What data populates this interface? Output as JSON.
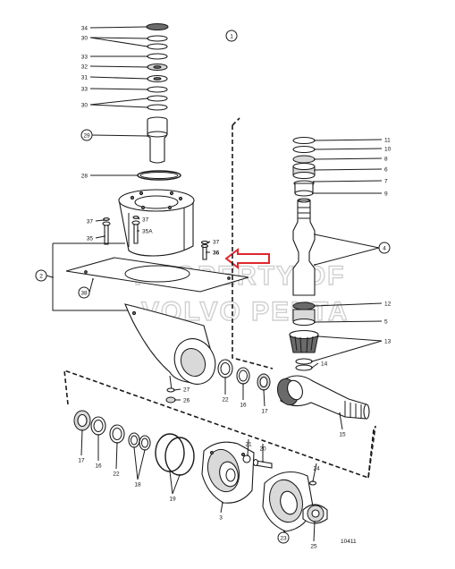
{
  "diagram": {
    "figure_no": "1",
    "drawing_no": "10411",
    "watermark": [
      "PROPERTY OF",
      "VOLVO PENTA"
    ],
    "highlight_color": "#e0262b",
    "highlighted_part": "36",
    "labels": [
      {
        "id": "34",
        "circled": false
      },
      {
        "id": "30",
        "circled": false
      },
      {
        "id": "33",
        "circled": false
      },
      {
        "id": "32",
        "circled": false
      },
      {
        "id": "31",
        "circled": false
      },
      {
        "id": "33b",
        "text": "33",
        "circled": false
      },
      {
        "id": "30b",
        "text": "30",
        "circled": false
      },
      {
        "id": "29",
        "circled": true
      },
      {
        "id": "28",
        "circled": false
      },
      {
        "id": "37",
        "circled": false
      },
      {
        "id": "37b",
        "text": "37",
        "circled": false
      },
      {
        "id": "35",
        "circled": false
      },
      {
        "id": "35A",
        "circled": false
      },
      {
        "id": "37c",
        "text": "37",
        "circled": false
      },
      {
        "id": "36",
        "circled": false
      },
      {
        "id": "2",
        "circled": true
      },
      {
        "id": "38",
        "circled": true
      },
      {
        "id": "11",
        "circled": false
      },
      {
        "id": "10",
        "circled": false
      },
      {
        "id": "8",
        "circled": false
      },
      {
        "id": "6",
        "circled": false
      },
      {
        "id": "7",
        "circled": false
      },
      {
        "id": "9",
        "circled": false
      },
      {
        "id": "4",
        "circled": true
      },
      {
        "id": "12",
        "circled": false
      },
      {
        "id": "5",
        "circled": false
      },
      {
        "id": "13",
        "circled": false
      },
      {
        "id": "14",
        "circled": false
      },
      {
        "id": "27",
        "circled": false
      },
      {
        "id": "26",
        "circled": false
      },
      {
        "id": "22",
        "circled": false
      },
      {
        "id": "16",
        "circled": false
      },
      {
        "id": "17",
        "circled": false
      },
      {
        "id": "15",
        "circled": false
      },
      {
        "id": "17b",
        "text": "17",
        "circled": false
      },
      {
        "id": "16b",
        "text": "16",
        "circled": false
      },
      {
        "id": "22b",
        "text": "22",
        "circled": false
      },
      {
        "id": "18",
        "circled": false
      },
      {
        "id": "19",
        "circled": false
      },
      {
        "id": "21",
        "circled": false
      },
      {
        "id": "20",
        "circled": false
      },
      {
        "id": "3",
        "circled": false
      },
      {
        "id": "24",
        "circled": false
      },
      {
        "id": "23",
        "circled": true
      },
      {
        "id": "25",
        "circled": false
      }
    ]
  }
}
